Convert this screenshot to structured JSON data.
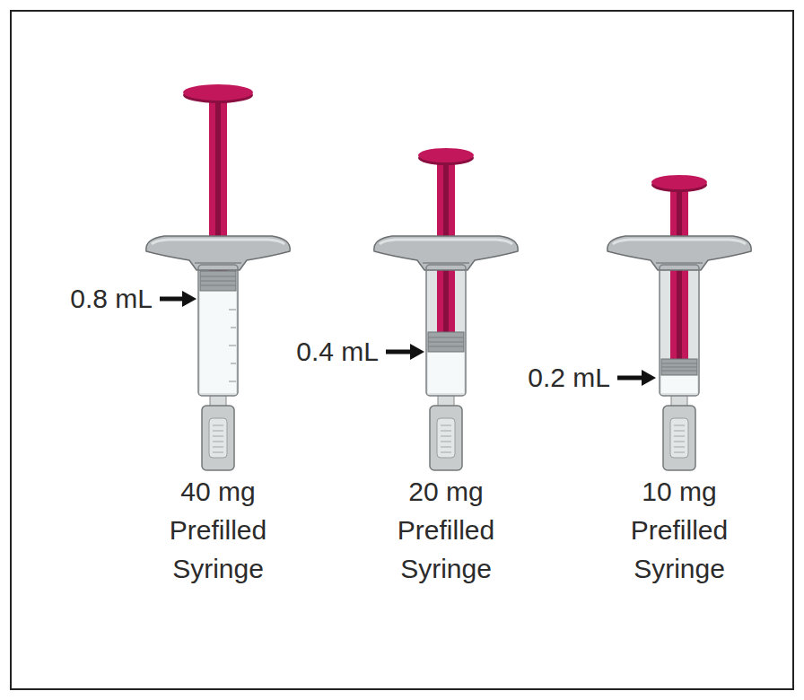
{
  "diagram": {
    "labels": [
      "0.8 mL",
      "40 mg Prefilled Syringe",
      "0.4 mL",
      "20 mg Prefilled Syringe",
      "0.2 mL",
      "10 mg Prefilled Syringe"
    ]
  }
}
